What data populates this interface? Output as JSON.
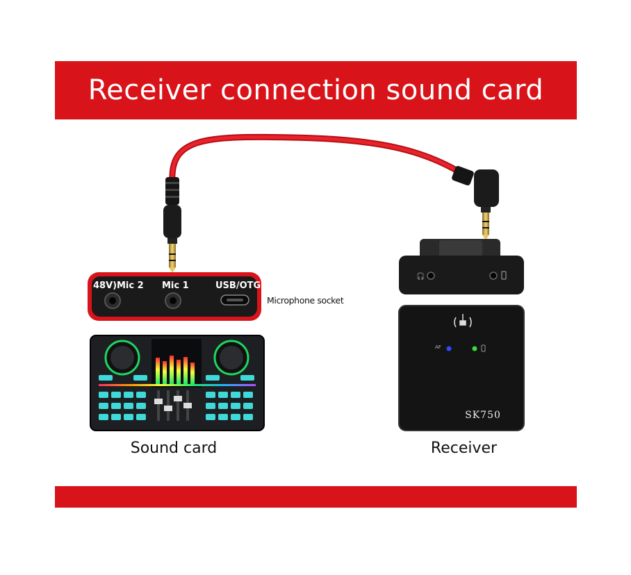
{
  "banner": {
    "title": "Receiver connection sound card"
  },
  "sound_card": {
    "label": "Sound card",
    "ports": [
      "48V)",
      "Mic 2",
      "Mic 1",
      "USB/OTG"
    ],
    "socket_callout": "Microphone socket"
  },
  "receiver": {
    "label": "Receiver",
    "model": "SK750",
    "indicator": "AF"
  },
  "colors": {
    "brand_red": "#d8141a",
    "cable_red": "#e8232a",
    "device_black": "#1a1a1a",
    "led_blue": "#2e4cff",
    "led_green": "#3bdc3b"
  }
}
